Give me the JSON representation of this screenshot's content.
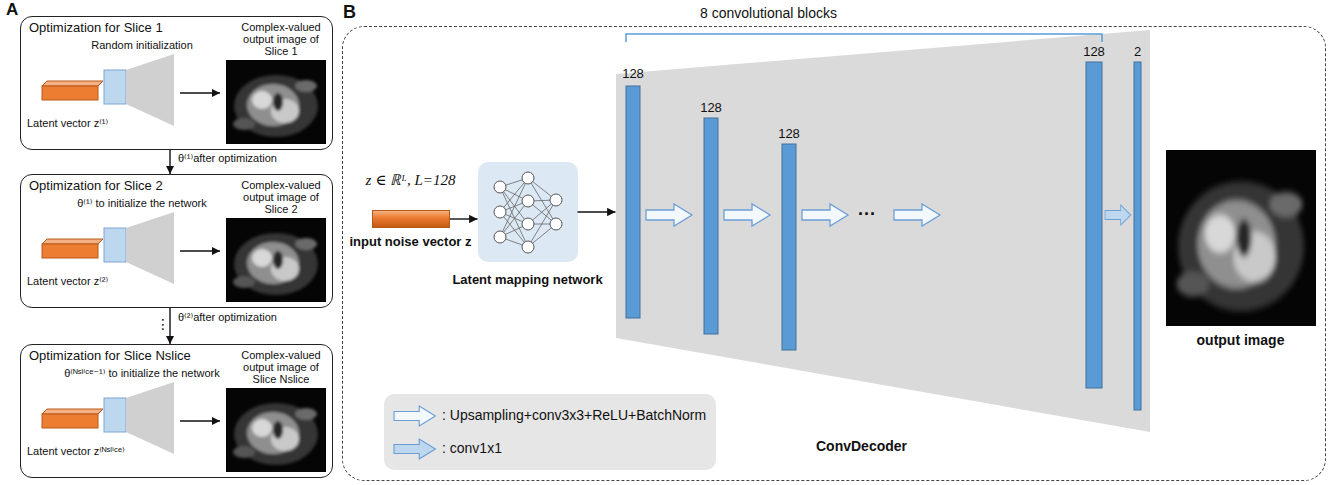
{
  "diagram": {
    "nodes": [
      {
        "text": [
          "Optimization for Slice 1",
          "Random initialization",
          "Complex-valued output image of Slice 1",
          "Latent vector z⁽¹⁾"
        ]
      },
      {
        "text": [
          "Optimization for Slice 2",
          "θ⁽¹⁾ to initialize the network",
          "Complex-valued output image of Slice 2",
          "Latent vector z⁽²⁾"
        ]
      },
      {
        "text": [
          "Optimization for Slice Nslice",
          "θ⁽ᴺˢˡⁱᶜᵉ⁻¹⁾ to initialize the network",
          "Complex-valued output image of Slice Nslice",
          "Latent vector z⁽ᴺˢˡⁱᶜᵉ⁾"
        ]
      },
      {
        "text": [
          "B"
        ]
      },
      {
        "text": [
          "z ∈ ℝᴸ, L=128",
          "input noise vector z"
        ],
        "in": 3
      },
      {
        "text": [
          "Latent mapping network"
        ],
        "in": 3
      },
      {
        "text": [
          "ConvDecoder"
        ],
        "in": 3
      },
      {
        "text": [
          "output image"
        ],
        "in": 3
      }
    ],
    "edges": [
      {
        "from": 0,
        "to": 1,
        "arrow": "to",
        "label": "θ⁽¹⁾after optimization"
      },
      {
        "from": 1,
        "to": 2,
        "arrow": "to",
        "label": "θ⁽²⁾after optimization"
      },
      {
        "from": 4,
        "to": 5,
        "arrow": "to"
      },
      {
        "from": 5,
        "to": 6,
        "arrow": "to"
      }
    ],
    "labels": [
      "A",
      "8 convolutional blocks",
      "128",
      "128",
      "128",
      "128",
      "2",
      "···",
      "⋮"
    ],
    "legend": [
      {
        "text": ": Upsampling+conv3x3+ReLU+BatchNorm"
      },
      {
        "text": ": conv1x1"
      }
    ]
  }
}
